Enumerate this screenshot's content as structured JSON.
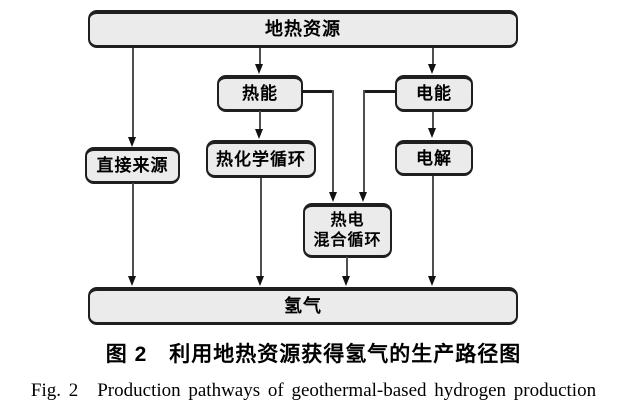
{
  "figure": {
    "type": "flowchart",
    "nodes": {
      "geothermal": {
        "label": "地热资源"
      },
      "thermal": {
        "label": "热能"
      },
      "electric": {
        "label": "电能"
      },
      "direct": {
        "label": "直接来源"
      },
      "thermochem": {
        "label": "热化学循环"
      },
      "electrolysis": {
        "label": "电解"
      },
      "hybrid": {
        "line1": "热电",
        "line2": "混合循环"
      },
      "hydrogen": {
        "label": "氢气"
      }
    },
    "edges": [
      "地热资源→直接来源",
      "地热资源→热能",
      "地热资源→电能",
      "热能→热化学循环",
      "电能→电解",
      "热能→热电混合循环",
      "电能→热电混合循环",
      "直接来源→氢气",
      "热化学循环→氢气",
      "热电混合循环→氢气",
      "电解→氢气"
    ]
  },
  "caption": {
    "zh": "图 2　利用地热资源获得氢气的生产路径图",
    "en": "Fig. 2　Production pathways of geothermal-based hydrogen production"
  },
  "colors": {
    "box_fill": "#ebebeb",
    "box_border": "#1f1f1f",
    "connector": "#4f4f4f",
    "elbow": "#1a1a1a",
    "arrowhead": "#111111",
    "text": "#000000",
    "bg": "#ffffff"
  }
}
